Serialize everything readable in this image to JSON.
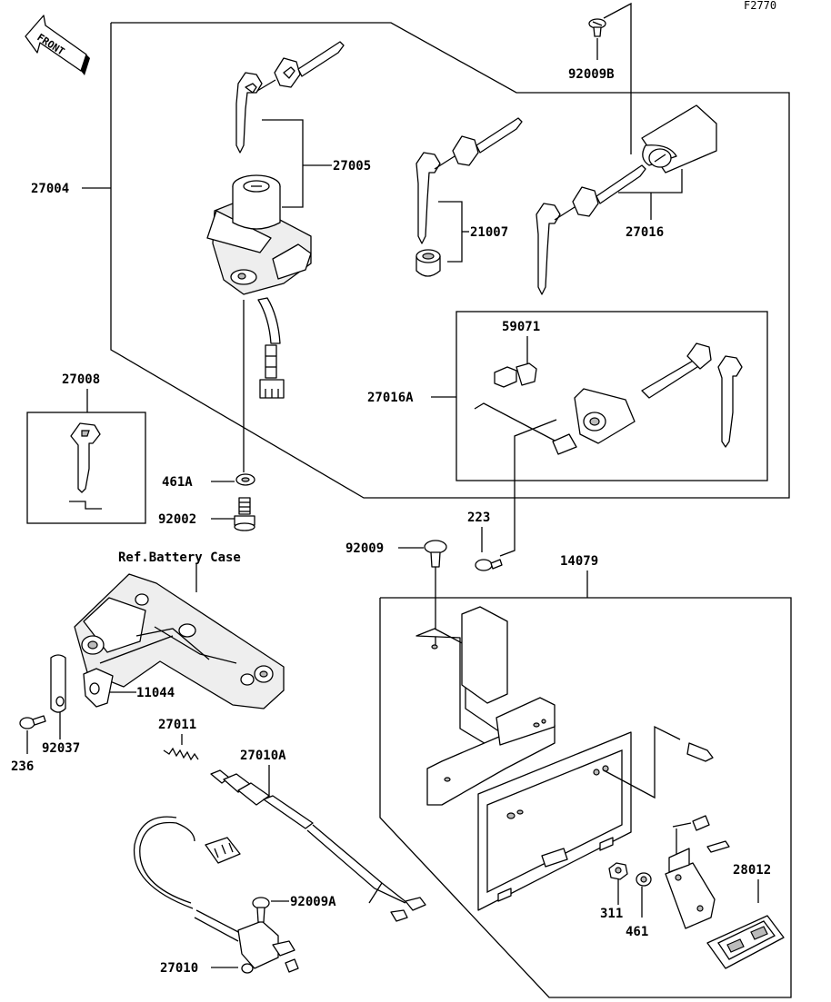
{
  "figure_code": "F2770",
  "front_label": "FRONT",
  "ref_label": "Ref.Battery Case",
  "parts": {
    "p27004": "27004",
    "p27005": "27005",
    "p21007": "21007",
    "p27016": "27016",
    "p92009B": "92009B",
    "p59071": "59071",
    "p27016A": "27016A",
    "p27008": "27008",
    "p461A": "461A",
    "p92002": "92002",
    "p223": "223",
    "p92009": "92009",
    "p14079": "14079",
    "p11044": "11044",
    "p236": "236",
    "p92037": "92037",
    "p27011": "27011",
    "p27010A": "27010A",
    "p92009A": "92009A",
    "p27010": "27010",
    "p311": "311",
    "p461": "461",
    "p28012": "28012"
  }
}
